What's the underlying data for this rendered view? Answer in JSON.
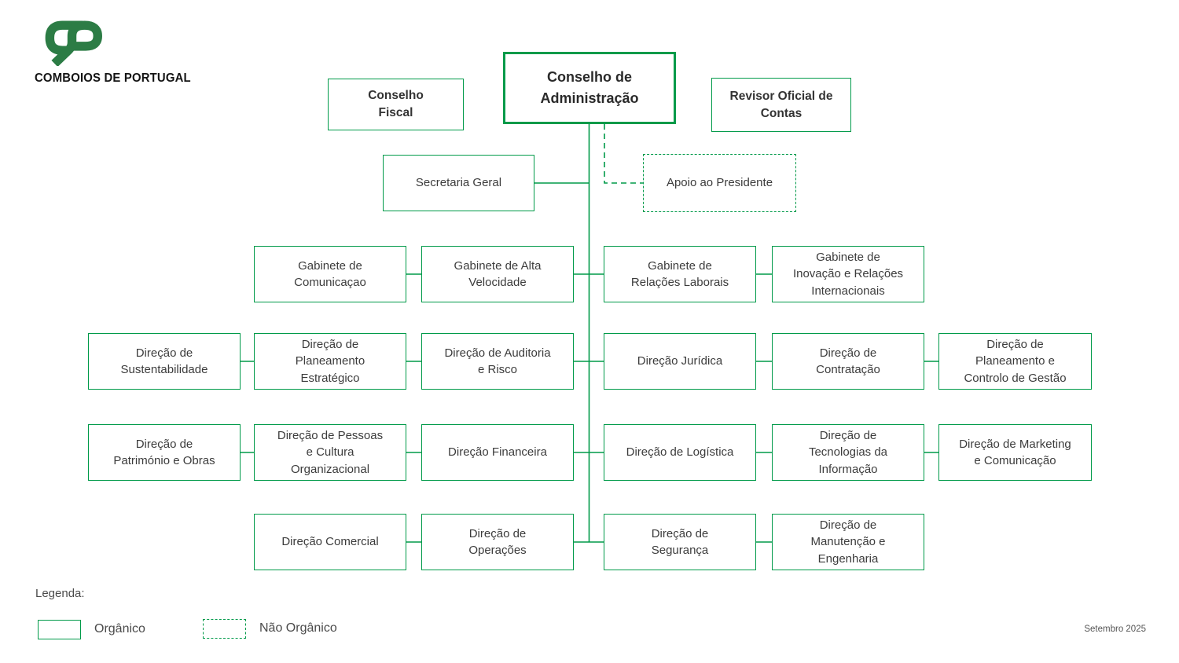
{
  "colors": {
    "green": "#009A49",
    "logo_green": "#2C7C45",
    "text": "#3C3C3C"
  },
  "logo": {
    "brand": "COMBOIOS DE PORTUGAL"
  },
  "nodes": {
    "conselho_fiscal": "Conselho\nFiscal",
    "conselho_administracao": "Conselho de\nAdministração",
    "revisor_oficial": "Revisor Oficial de\nContas",
    "secretaria_geral": "Secretaria Geral",
    "apoio_presidente": "Apoio ao Presidente",
    "gab_comunicacao": "Gabinete de\nComunicaçao",
    "gab_alta_velocidade": "Gabinete de Alta\nVelocidade",
    "gab_relacoes_laborais": "Gabinete de\nRelações Laborais",
    "gab_inovacao": "Gabinete de\nInovação e Relações\nInternacionais",
    "dir_sustentabilidade": "Direção de\nSustentabilidade",
    "dir_planeamento_estrategico": "Direção de\nPlaneamento\nEstratégico",
    "dir_auditoria_risco": "Direção de Auditoria\ne Risco",
    "dir_juridica": "Direção Jurídica",
    "dir_contratacao": "Direção de\nContratação",
    "dir_planeamento_controlo": "Direção de\nPlaneamento e\nControlo de Gestão",
    "dir_patrimonio_obras": "Direção de\nPatrimónio e Obras",
    "dir_pessoas_cultura": "Direção de Pessoas\ne Cultura\nOrganizacional",
    "dir_financeira": "Direção Financeira",
    "dir_logistica": "Direção de Logística",
    "dir_tecnologias": "Direção de\nTecnologias da\nInformação",
    "dir_marketing": "Direção de Marketing\ne Comunicação",
    "dir_comercial": "Direção Comercial",
    "dir_operacoes": "Direção de\nOperações",
    "dir_seguranca": "Direção de\nSegurança",
    "dir_manutencao": "Direção de\nManutenção e\nEngenharia"
  },
  "legend": {
    "title": "Legenda:",
    "organico": "Orgânico",
    "nao_organico": "Não Orgânico"
  },
  "footer": {
    "date": "Setembro 2025"
  }
}
